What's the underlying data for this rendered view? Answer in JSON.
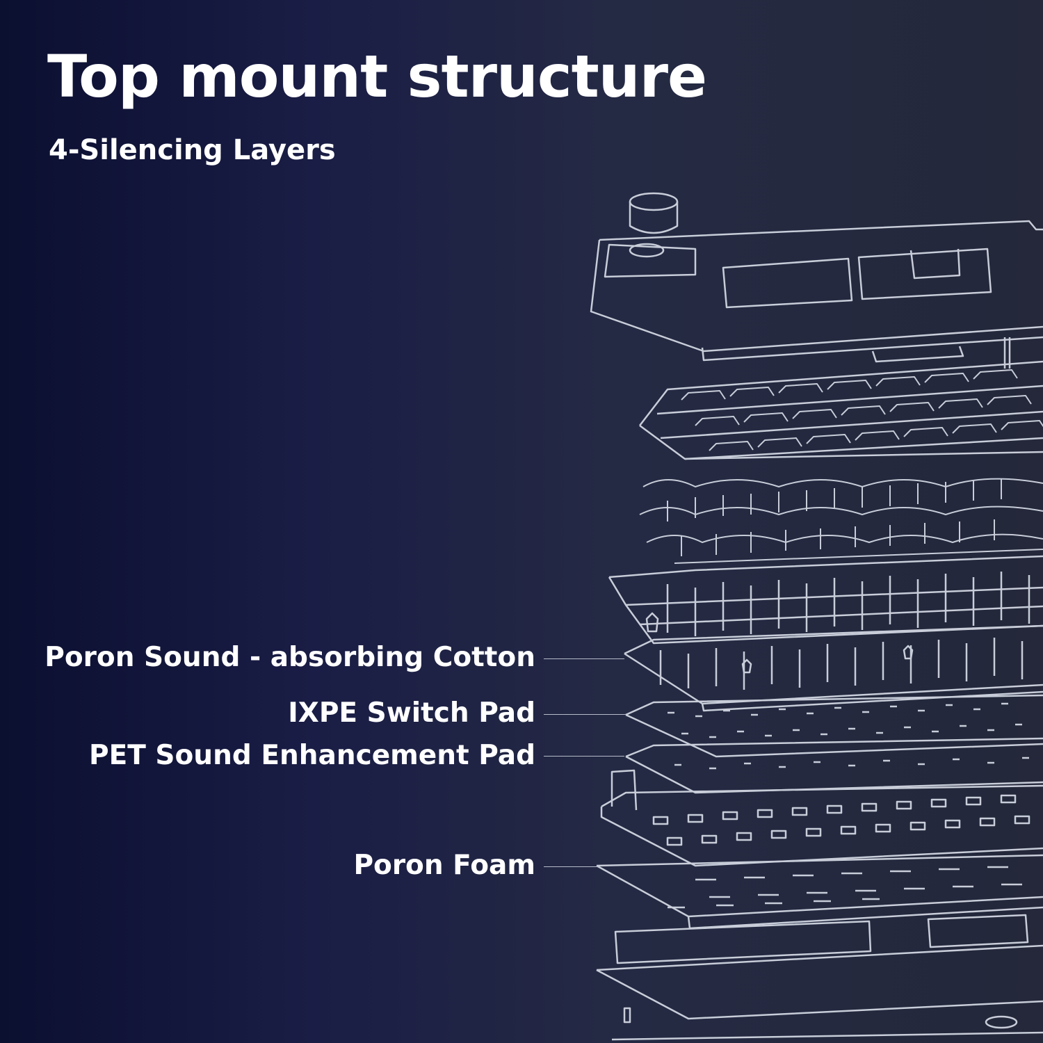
{
  "header": {
    "title": "Top mount structure",
    "subtitle": "4-Silencing Layers"
  },
  "callouts": [
    {
      "label": "Poron Sound - absorbing Cotton"
    },
    {
      "label": "IXPE Switch Pad"
    },
    {
      "label": "PET Sound Enhancement Pad"
    },
    {
      "label": "Poron Foam"
    }
  ],
  "colors": {
    "background_left": "#0b0f30",
    "background_right": "#24283a",
    "text": "#ffffff",
    "line_art": "#c8cdd9"
  }
}
